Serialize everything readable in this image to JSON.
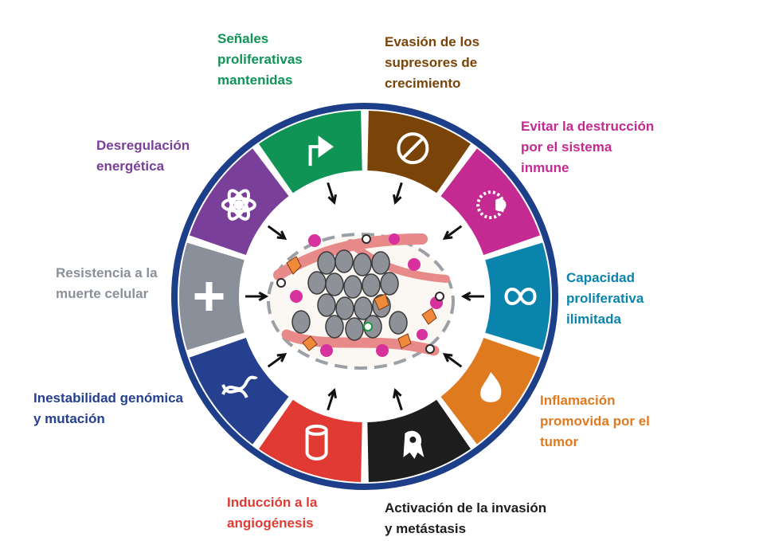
{
  "hallmarks": [
    {
      "label": "Señales\nproliferativas\nmantenidas",
      "color": "#0f9456",
      "icon": "arrow-icon"
    },
    {
      "label": "Evasión de los\nsupresores de\ncrecimiento",
      "color": "#7a4408",
      "icon": "no-entry-icon"
    },
    {
      "label": "Evitar la destrucción\npor  el sistema\ninmune",
      "color": "#c42a92",
      "icon": "immune-cell-icon"
    },
    {
      "label": "Capacidad\nproliferativa\nilimitada",
      "color": "#0a84ad",
      "icon": "infinity-icon"
    },
    {
      "label": "Inflamación\npromovida por el\ntumor",
      "color": "#e07a1f",
      "icon": "flame-icon"
    },
    {
      "label": "Activación de la invasión\ny metástasis",
      "color": "#1d1d1d",
      "icon": "invasive-cell-icon"
    },
    {
      "label": "Inducción a la\nangiogénesis",
      "color": "#e03a33",
      "icon": "vessel-icon"
    },
    {
      "label": "Inestabilidad genómica\ny mutación",
      "color": "#24408f",
      "icon": "dna-icon"
    },
    {
      "label": "Resistencia a la\nmuerte celular",
      "color": "#8a9099",
      "icon": "cross-icon"
    },
    {
      "label": "Desregulación\nenergética",
      "color": "#7a3f98",
      "icon": "atom-icon"
    }
  ]
}
